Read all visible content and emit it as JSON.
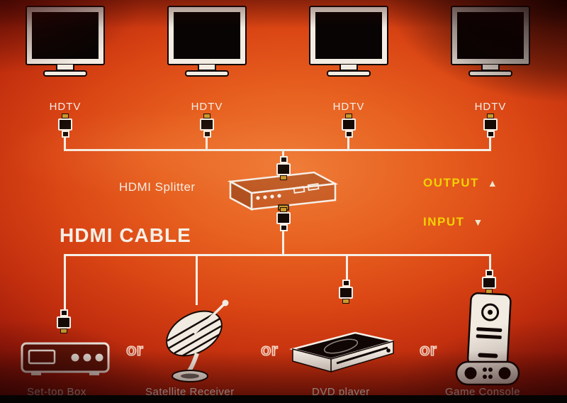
{
  "diagram": {
    "displays": [
      {
        "label": "HDTV"
      },
      {
        "label": "HDTV"
      },
      {
        "label": "HDTV"
      },
      {
        "label": "HDTV"
      }
    ],
    "hub_label": "HDMI Splitter",
    "output_label": "OUTPUT",
    "output_arrow": "▲",
    "input_label": "INPUT",
    "input_arrow": "▼",
    "cable_label": "HDMI CABLE",
    "or_label": "or",
    "sources": [
      {
        "label": "Set-top Box"
      },
      {
        "label": "Satellite Receiver"
      },
      {
        "label": "DVD player"
      },
      {
        "label": "Game Console"
      }
    ]
  },
  "colors": {
    "background_orange": "#e25a1e",
    "background_dark_red": "#7e0e07",
    "line_white": "#f6efe7",
    "label_yellow": "#f3d203",
    "connector_gold": "#c9992b",
    "silhouette_black": "#100604"
  }
}
